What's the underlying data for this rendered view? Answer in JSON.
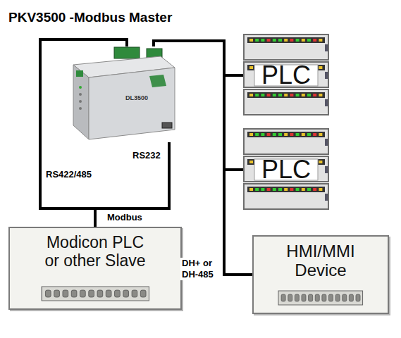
{
  "diagram": {
    "nodes": [
      {
        "text": [
          "PKV3500 -Modbus Master",
          "DL3500"
        ]
      },
      {
        "text": [
          "PLC"
        ]
      },
      {
        "text": [
          "PLC"
        ]
      },
      {
        "text": [
          "HMI/MMI Device"
        ]
      },
      {
        "text": [
          "Modicon PLC or other Slave"
        ]
      }
    ],
    "edges": [
      {
        "from": 0,
        "to": 1,
        "arrow": "none"
      },
      {
        "from": 0,
        "to": 2,
        "arrow": "none"
      },
      {
        "from": 0,
        "to": 3,
        "label": "DH+ or DH-485",
        "arrow": "none"
      },
      {
        "from": 0,
        "to": 4,
        "label": "RS422/485",
        "arrow": "none"
      },
      {
        "from": 0,
        "to": 4,
        "label": "RS232",
        "arrow": "none"
      }
    ],
    "labels": [
      "Modbus"
    ]
  }
}
